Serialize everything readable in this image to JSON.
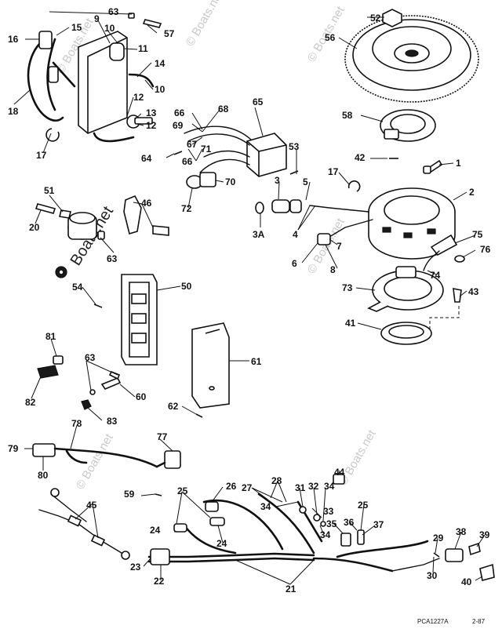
{
  "callouts": {
    "c1": "1",
    "c2": "2",
    "c3": "3",
    "c3a": "3A",
    "c4": "4",
    "c5": "5",
    "c6": "6",
    "c7": "7",
    "c8": "8",
    "c9": "9",
    "c10a": "10",
    "c10b": "10",
    "c11": "11",
    "c12a": "12",
    "c12b": "12",
    "c13": "13",
    "c14": "14",
    "c15": "15",
    "c16": "16",
    "c17a": "17",
    "c17b": "17",
    "c18": "18",
    "c20": "20",
    "c21": "21",
    "c22": "22",
    "c23": "23",
    "c24a": "24",
    "c24b": "24",
    "c25a": "25",
    "c25b": "25",
    "c26": "26",
    "c27": "27",
    "c28": "28",
    "c29": "29",
    "c30": "30",
    "c31": "31",
    "c32": "32",
    "c33": "33",
    "c34a": "34",
    "c34b": "34",
    "c34c": "34",
    "c35": "35",
    "c36": "36",
    "c37": "37",
    "c38": "38",
    "c39": "39",
    "c40": "40",
    "c41": "41",
    "c42": "42",
    "c43": "43",
    "c44": "44",
    "c45": "45",
    "c46": "46",
    "c50": "50",
    "c51": "51",
    "c52": "52",
    "c53": "53",
    "c54": "54",
    "c56": "56",
    "c57": "57",
    "c58": "58",
    "c59": "59",
    "c60": "60",
    "c61": "61",
    "c62": "62",
    "c63a": "63",
    "c63b": "63",
    "c63c": "63",
    "c64": "64",
    "c65": "65",
    "c66a": "66",
    "c66b": "66",
    "c67": "67",
    "c68": "68",
    "c69": "69",
    "c70": "70",
    "c71": "71",
    "c72": "72",
    "c73": "73",
    "c74": "74",
    "c75": "75",
    "c76": "76",
    "c77": "77",
    "c78": "78",
    "c79": "79",
    "c80": "80",
    "c81": "81",
    "c82": "82",
    "c83": "83"
  },
  "watermark": {
    "text": "© Boats.net",
    "prominent": "Boats.net"
  },
  "footer": {
    "code": "PCA1227A",
    "page": "2-87"
  }
}
